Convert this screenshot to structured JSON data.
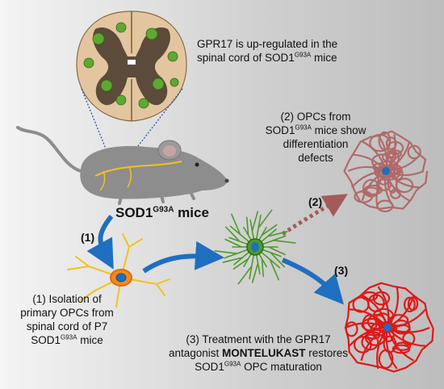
{
  "texts": {
    "gpr17_line1": "GPR17 is up-regulated in the",
    "gpr17_line2a": "spinal cord of SOD1",
    "sup_g93a": "G93A",
    "gpr17_line2b": "mice",
    "opc_line1": "(2) OPCs from",
    "opc_line2a": "SOD1",
    "opc_line2b": "mice show",
    "opc_line3": "differentiation",
    "opc_line4": "defects",
    "mouse_label_a": "SOD1",
    "mouse_label_b": "mice",
    "step1": "(1)",
    "step2": "(2)",
    "step3": "(3)",
    "iso_line1": "(1) Isolation of",
    "iso_line2": "primary OPCs from",
    "iso_line3": "spinal cord of P7",
    "iso_line4a": "SOD1",
    "iso_line4b": "mice",
    "tr_line1": "(3) Treatment with the GPR17",
    "tr_line2a": "antagonist",
    "tr_line2b": "MONTELUKAST",
    "tr_line2c": "restores",
    "tr_line3a": "SOD1",
    "tr_line3b": "OPC maturation"
  },
  "colors": {
    "arrow_blue": "#1f6fc0",
    "arrow_red_dotted": "#a55a5a",
    "opc_yellow": "#f2c21b",
    "immature_green": "#4d9a2a",
    "mature_defect": "#b06a6a",
    "mature_healthy": "#e01818",
    "mouse_gray": "#8d8d8d",
    "spinal_tan": "#e3c6a0",
    "spinal_gray_matter": "#5c4a3a"
  }
}
